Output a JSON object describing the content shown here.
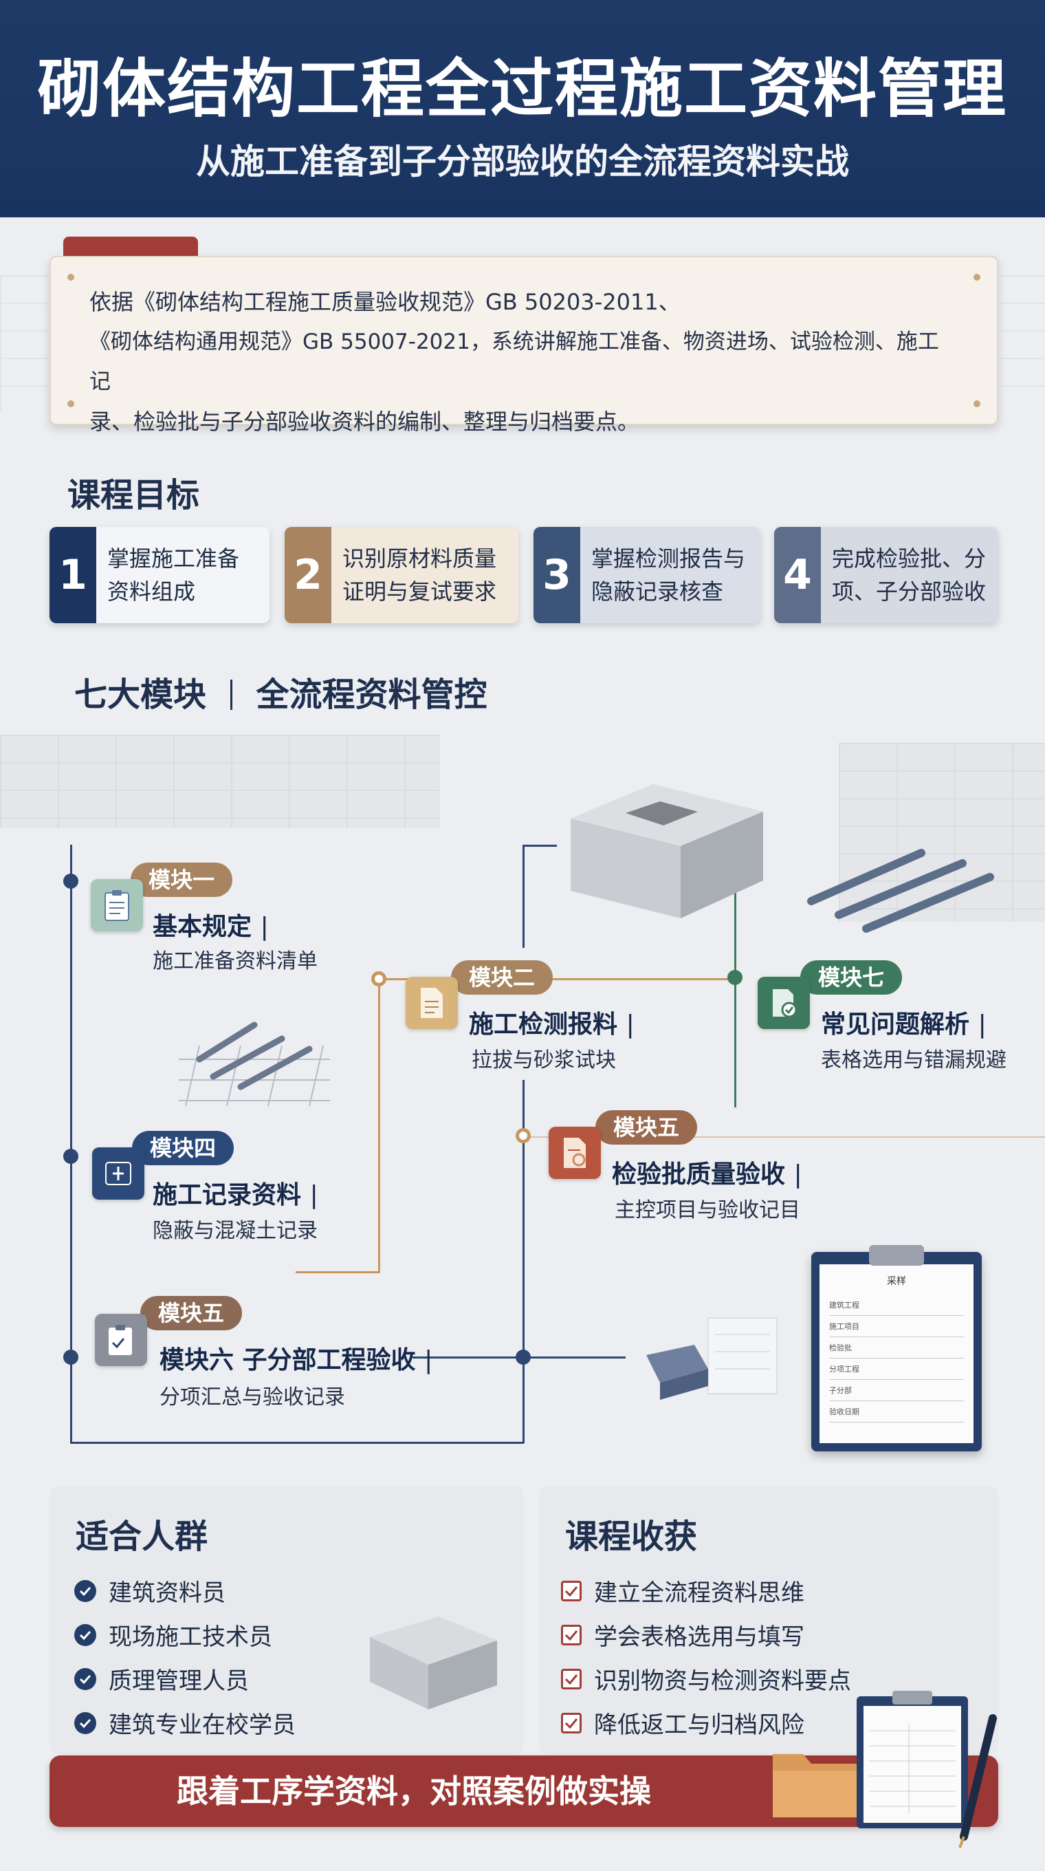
{
  "header": {
    "title": "砌体结构工程全过程施工资料管理",
    "subtitle": "从施工准备到子分部验收的全流程资料实战"
  },
  "intro": {
    "line1": "依据《砌体结构工程施工质量验收规范》GB 50203-2011、",
    "line2": "《砌体结构通用规范》GB 55007-2021，系统讲解施工准备、物资进场、试验检测、施工记",
    "line3": "录、检验批与子分部验收资料的编制、整理与归档要点。"
  },
  "goals": {
    "title": "课程目标",
    "items": [
      {
        "num": "1",
        "line1": "掌握施工准备",
        "line2": "资料组成",
        "color": "#1c3560",
        "bg": "#f4f5f8"
      },
      {
        "num": "2",
        "line1": "识别原材料质量",
        "line2": "证明与复试要求",
        "color": "#a88560",
        "bg": "#f2e8dc"
      },
      {
        "num": "3",
        "line1": "掌握检测报告与",
        "line2": "隐蔽记录核查",
        "color": "#3b5478",
        "bg": "#d9dee8"
      },
      {
        "num": "4",
        "line1": "完成检验批、分",
        "line2": "项、子分部验收",
        "color": "#5d6d8a",
        "bg": "#d6dae3"
      }
    ]
  },
  "modules_title": {
    "left": "七大模块",
    "right": "全流程资料管控"
  },
  "modules": {
    "m1": {
      "badge": "模块一",
      "title": "基本规定",
      "sub": "施工准备资料清单",
      "color": "#a88560"
    },
    "m2": {
      "badge": "模块二",
      "title": "施工检测报料",
      "sub": "拉拔与砂浆试块",
      "color": "#a88560"
    },
    "m7": {
      "badge": "模块七",
      "title": "常见问题解析",
      "sub": "表格选用与错漏规避",
      "color": "#3d7a5d"
    },
    "m4": {
      "badge": "模块四",
      "title": "施工记录资料",
      "sub": "隐蔽与混凝土记录",
      "color": "#2b4a7a"
    },
    "m5": {
      "badge": "模块五",
      "title": "检验批质量验收",
      "sub": "主控项目与验收记目",
      "color": "#9b6a4e"
    },
    "m6": {
      "badge": "模块五",
      "title": "模块六  子分部工程验收",
      "sub": "分项汇总与验收记录",
      "color": "#8c6a55"
    }
  },
  "audience": {
    "title": "适合人群",
    "items": [
      "建筑资料员",
      "现场施工技术员",
      "质理管理人员",
      "建筑专业在校学员"
    ]
  },
  "gains": {
    "title": "课程收获",
    "items": [
      "建立全流程资料思维",
      "学会表格选用与填写",
      "识别物资与检测资料要点",
      "降低返工与归档风险"
    ]
  },
  "footer": {
    "slogan": "跟着工序学资料，对照案例做实操"
  },
  "clipboard": {
    "title": "采样",
    "rows": [
      "建筑工程",
      "施工项目",
      "检验批",
      "分项工程",
      "子分部",
      "验收日期"
    ]
  }
}
